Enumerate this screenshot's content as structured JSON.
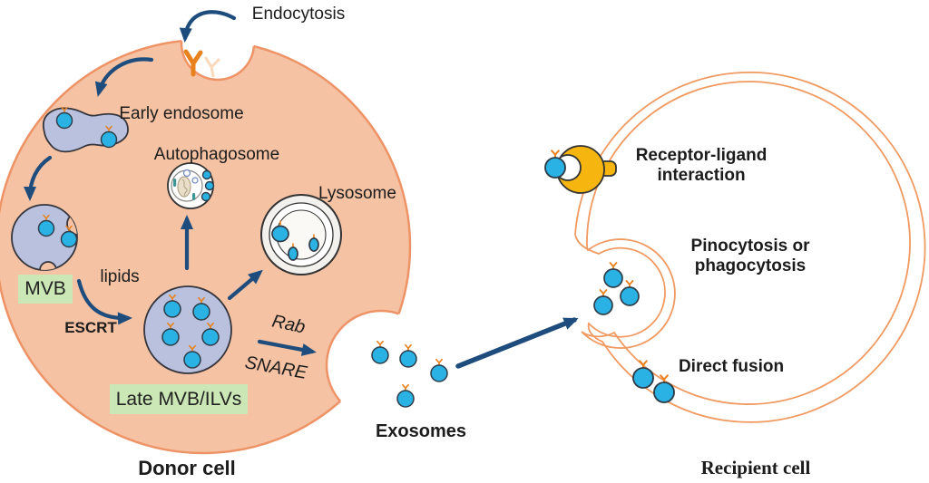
{
  "colors": {
    "donor_cell_fill": "#f5c2a3",
    "donor_cell_stroke": "#ee9366",
    "recipient_membrane": "#f09a62",
    "vesicle_blue": "#2ab2e4",
    "organelle_purple": "#b9c1de",
    "arrow_navy": "#1d4c7d",
    "green_label_bg": "#cbe7b5",
    "receptor_yellow": "#f6b60f",
    "antenna_orange": "#e8821e",
    "text": "#1c1c1c"
  },
  "donor": {
    "cell_label": "Donor cell",
    "endocytosis": "Endocytosis",
    "early_endosome": "Early endosome",
    "autophagosome": "Autophagosome",
    "lysosome": "Lysosome",
    "mvb": "MVB",
    "lipids": "lipids",
    "escrt": "ESCRT",
    "late_mvb": "Late MVB/ILVs",
    "rab": "Rab",
    "snare": "SNARE",
    "exosomes": "Exosomes"
  },
  "recipient": {
    "cell_label": "Recipient cell",
    "receptor_ligand_line1": "Receptor-ligand",
    "receptor_ligand_line2": "interaction",
    "pinocytosis_line1": "Pinocytosis or",
    "pinocytosis_line2": "phagocytosis",
    "direct_fusion": "Direct fusion"
  }
}
